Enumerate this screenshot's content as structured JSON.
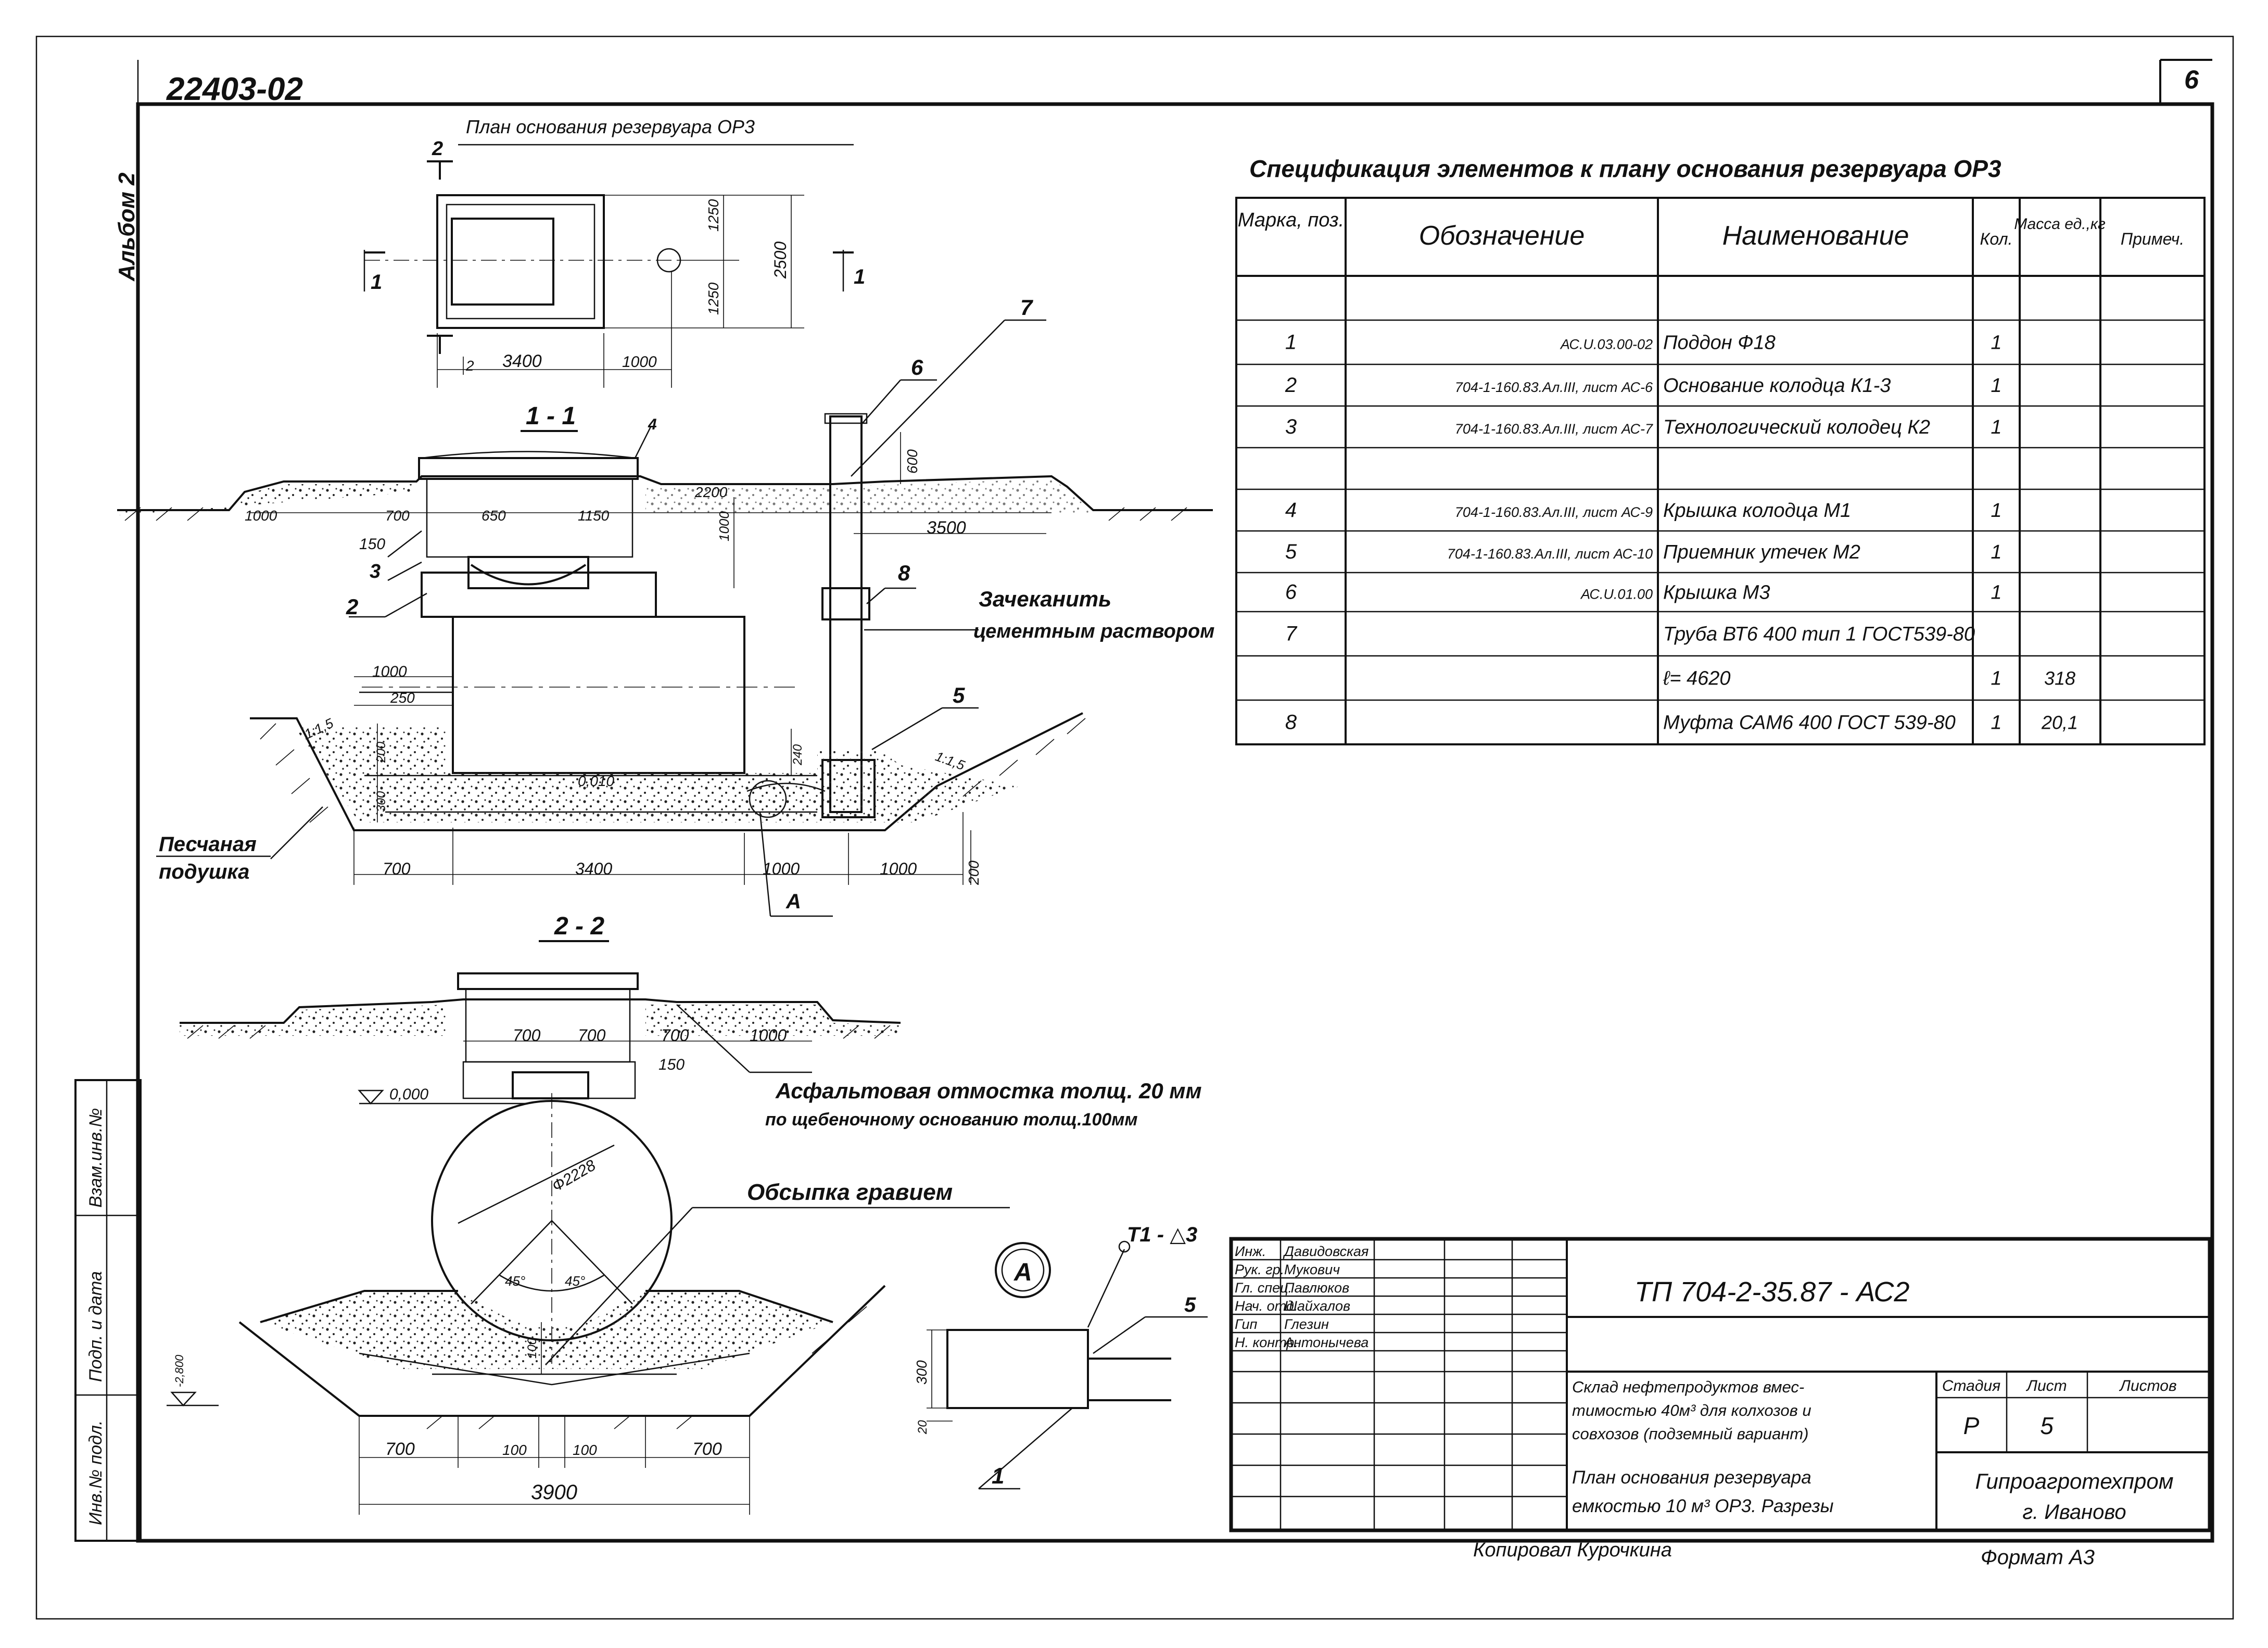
{
  "sheet": {
    "album_number": "22403-02",
    "sheet_number": "6",
    "album_side_label": "Альбом 2",
    "copied_by": "Копировал  Курочкина",
    "format": "Формат  А3"
  },
  "side_stamp": {
    "inv_orig": "Инв.№ подл.",
    "signature_date": "Подп. и дата",
    "inv_replace": "Взам.инв.№"
  },
  "plan_view": {
    "title": "План основания резервуара ОР3",
    "section_mark": "2",
    "cut_mark_left": "1",
    "cut_mark_right": "1",
    "dim_width": "3400",
    "dim_right": "1000",
    "dim_small": "2",
    "dim_total_height": "2500",
    "dim_top_half": "1250",
    "dim_bottom_half": "1250"
  },
  "section_1_1": {
    "title": "1 - 1",
    "dims_top": [
      "1000",
      "700",
      "650",
      "1150",
      "2200",
      "3500"
    ],
    "dim_150": "150",
    "dim_1000_vert": "1000",
    "dim_600": "600",
    "dim_1000_left": "1000",
    "dim_250": "250",
    "dim_200_a": "200",
    "dim_300": "300",
    "dim_240": "240",
    "slope_left": "1:1,5",
    "slope_right": "1:1,5",
    "slope_bottom": "0,010",
    "dims_bottom": [
      "700",
      "3400",
      "1000",
      "1000"
    ],
    "dim_200_b": "200",
    "callouts": [
      "2",
      "3",
      "4",
      "5",
      "6",
      "7",
      "8"
    ],
    "detail_ref": "А",
    "note_seal": "Зачеканить",
    "note_seal2": "цементным раствором",
    "note_sand": "Песчаная",
    "note_sand2": "подушка"
  },
  "section_2_2": {
    "title": "2 - 2",
    "elev_zero": "0,000",
    "dims_top": [
      "700",
      "700",
      "700",
      "1000"
    ],
    "dim_150": "150",
    "diameter": "Ф2228",
    "angle_left": "45°",
    "angle_right": "45°",
    "note_asphalt": "Асфальтовая отмостка толщ. 20 мм",
    "note_asphalt2": "по щебеночному основанию толщ.100мм",
    "note_gravel": "Обсыпка гравием",
    "elev_left": "-2,800",
    "dim_100_vert": "100",
    "dims_bottom": [
      "700",
      "100",
      "100",
      "700"
    ],
    "dim_total": "3900"
  },
  "detail_a": {
    "label": "А",
    "weld_mark": "Т1 - △3",
    "dim_300": "300",
    "dim_20": "20",
    "callout_5": "5",
    "callout_1": "1"
  },
  "spec_table": {
    "title": "Спецификация элементов к плану основания резервуара ОР3",
    "headers": {
      "mark": "Марка, поз.",
      "designation": "Обозначение",
      "name": "Наименование",
      "qty": "Кол.",
      "mass": "Масса ед.,кг",
      "note": "Примеч."
    },
    "rows": [
      {
        "mark": "",
        "designation": "",
        "name": "",
        "qty": "",
        "mass": "",
        "note": ""
      },
      {
        "mark": "1",
        "designation": "АС.U.03.00-02",
        "name": "Поддон          Ф18",
        "qty": "1",
        "mass": "",
        "note": ""
      },
      {
        "mark": "2",
        "designation": "704-1-160.83.Ал.III, лист АС-6",
        "name": "Основание колодца К1-3",
        "qty": "1",
        "mass": "",
        "note": ""
      },
      {
        "mark": "3",
        "designation": "704-1-160.83.Ал.III, лист АС-7",
        "name": "Технологический колодец К2",
        "qty": "1",
        "mass": "",
        "note": ""
      },
      {
        "mark": "",
        "designation": "",
        "name": "",
        "qty": "",
        "mass": "",
        "note": ""
      },
      {
        "mark": "4",
        "designation": "704-1-160.83.Ал.III, лист АС-9",
        "name": "Крышка колодца     М1",
        "qty": "1",
        "mass": "",
        "note": ""
      },
      {
        "mark": "5",
        "designation": "704-1-160.83.Ал.III, лист АС-10",
        "name": "Приемник утечек     М2",
        "qty": "1",
        "mass": "",
        "note": ""
      },
      {
        "mark": "6",
        "designation": "АС.U.01.00",
        "name": "Крышка  М3",
        "qty": "1",
        "mass": "",
        "note": ""
      },
      {
        "mark": "7",
        "designation": "",
        "name": "Труба ВТ6 400 тип 1 ГОСТ539-80",
        "qty": "",
        "mass": "",
        "note": ""
      },
      {
        "mark": "",
        "designation": "",
        "name": "ℓ= 4620",
        "qty": "1",
        "mass": "318",
        "note": ""
      },
      {
        "mark": "8",
        "designation": "",
        "name": "Муфта САМ6 400 ГОСТ 539-80",
        "qty": "1",
        "mass": "20,1",
        "note": ""
      }
    ]
  },
  "title_block": {
    "code": "ТП  704-2-35.87 - АС2",
    "roles": [
      {
        "role": "Инж.",
        "person": "Давидовская"
      },
      {
        "role": "Рук. гр.",
        "person": "Мукович"
      },
      {
        "role": "Гл. спец.",
        "person": "Павлюков"
      },
      {
        "role": "Нач. отд.",
        "person": "Шайхалов"
      },
      {
        "role": "Гип",
        "person": "Глезин"
      },
      {
        "role": "Н. контр.",
        "person": "Антонычева"
      }
    ],
    "project_name": "Склад нефтепродуктов вместимостью 40 м³ для колхозов и совхозов (подземный вариант)",
    "sheet_name": "План основания резервуара емкостью 10 м³ ОР3. Разрезы",
    "stage_header": "Стадия",
    "sheet_header": "Лист",
    "sheets_header": "Листов",
    "stage": "Р",
    "sheet_no": "5",
    "sheets_total": "",
    "organization": "Гипроагротехпром",
    "city": "г. Иваново"
  }
}
